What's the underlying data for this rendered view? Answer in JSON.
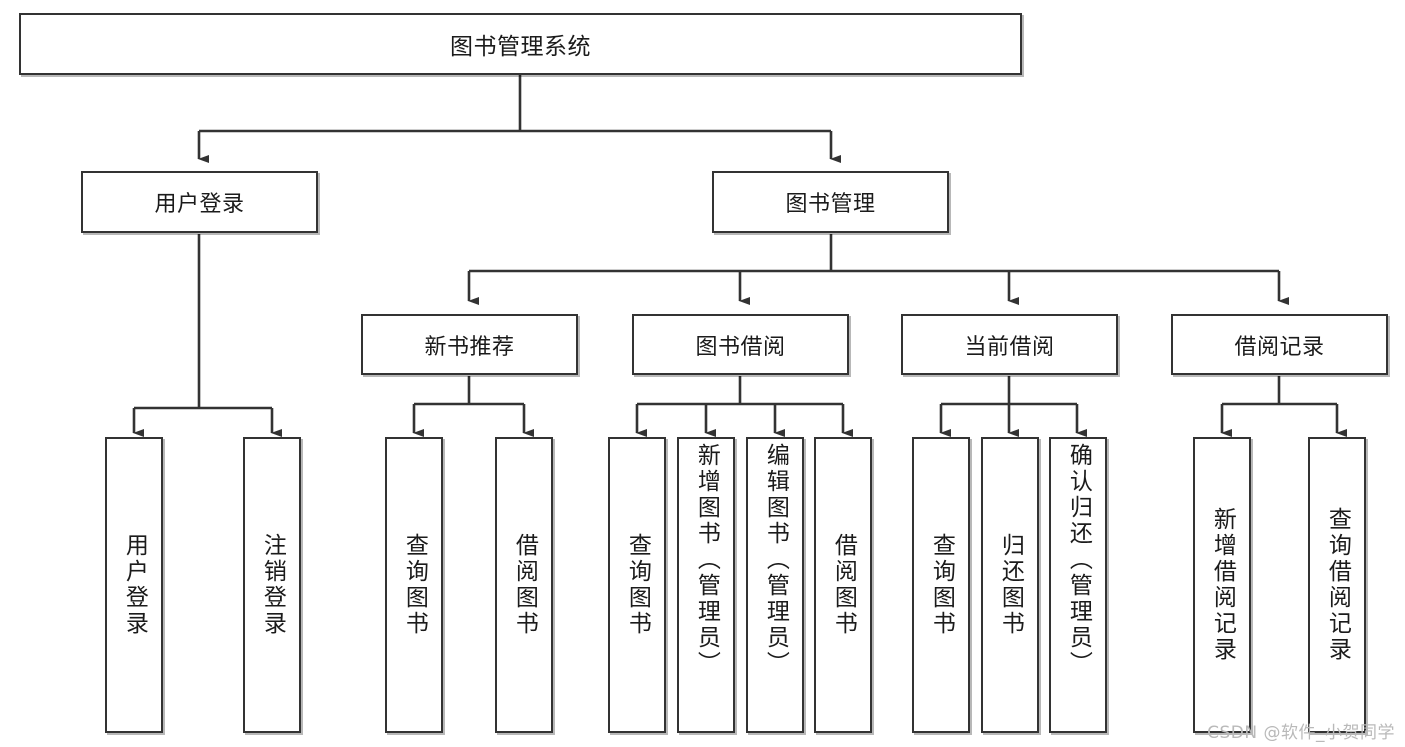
{
  "diagram": {
    "title": "图书管理系统",
    "type": "hierarchy-tree",
    "style": {
      "background": "#ffffff",
      "box_border": "#333333",
      "box_fill": "#ffffff",
      "line_color": "#333333",
      "text_color": "#1b1b1b",
      "watermark_color": "#b9b9b9"
    },
    "root": {
      "label": "图书管理系统"
    },
    "level1": [
      {
        "label": "用户登录"
      },
      {
        "label": "图书管理"
      }
    ],
    "level2": [
      {
        "label": "新书推荐"
      },
      {
        "label": "图书借阅"
      },
      {
        "label": "当前借阅"
      },
      {
        "label": "借阅记录"
      }
    ],
    "leaves": {
      "user_login": [
        {
          "label": "用户登录"
        },
        {
          "label": "注销登录"
        }
      ],
      "new_book": [
        {
          "label": "查询图书"
        },
        {
          "label": "借阅图书"
        }
      ],
      "book_borrow": [
        {
          "label": "查询图书"
        },
        {
          "label": "新增图书（管理员）"
        },
        {
          "label": "编辑图书（管理员）"
        },
        {
          "label": "借阅图书"
        }
      ],
      "current_borrow": [
        {
          "label": "查询图书"
        },
        {
          "label": "归还图书"
        },
        {
          "label": "确认归还（管理员）"
        }
      ],
      "borrow_record": [
        {
          "label": "新增借阅记录"
        },
        {
          "label": "查询借阅记录"
        }
      ]
    }
  },
  "watermark": {
    "text": "CSDN @软件_小贺同学"
  }
}
